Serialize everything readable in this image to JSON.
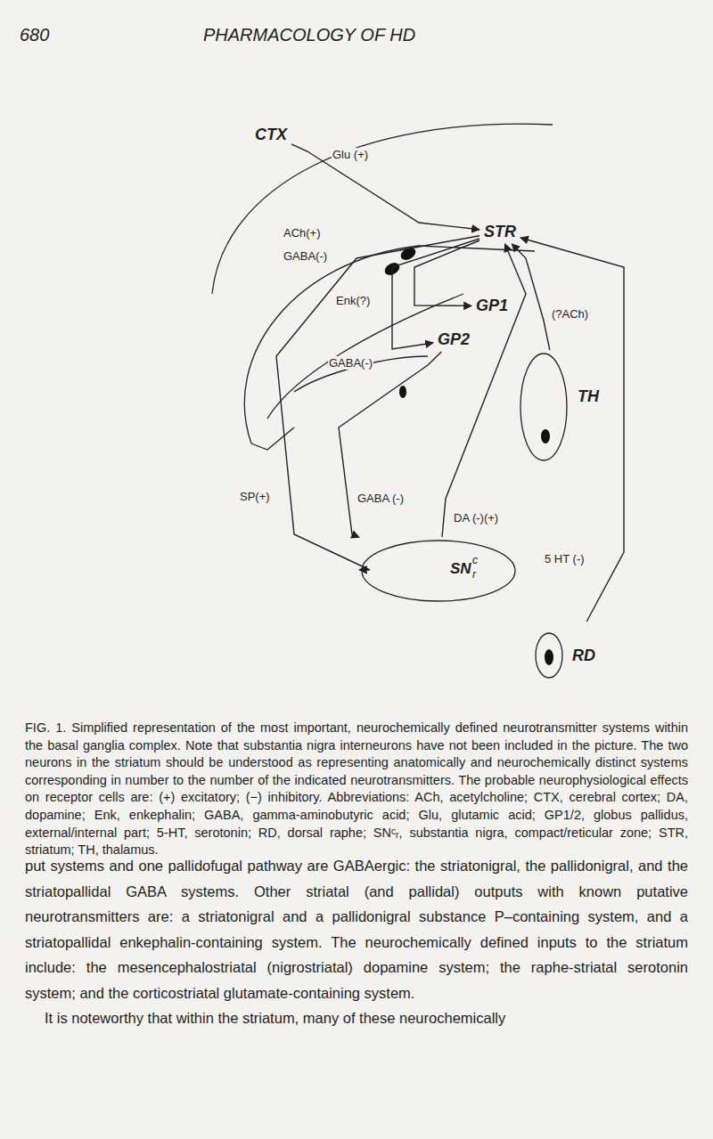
{
  "diagram": {
    "caption": "FIG. 1. Simplified representation of the most important, neurochemically defined neurotransmitter systems within the basal ganglia complex. Note that substantia nigra interneurons have not been included in the picture. The two neurons in the striatum should be understood as representing anatomically and neurochemically distinct systems corresponding in number to the number of the indicated neurotransmitters. The probable neurophysiological effects on receptor cells are: (+) excitatory; (−) inhibitory. Abbreviations: ACh, acetylcholine; CTX, cerebral cortex; DA, dopamine; Enk, enkephalin; GABA, gamma-aminobutyric acid; Glu, glutamic acid; GP1/2, globus pallidus, external/internal part; 5-HT, serotonin; RD, dorsal raphe; SNᶜᵣ, substantia nigra, compact/reticular zone; STR, striatum; TH, thalamus.",
    "nodes": [
      {
        "text": [
          "CTX"
        ]
      },
      {
        "text": [
          "STR"
        ]
      },
      {
        "text": [
          "GP1"
        ]
      },
      {
        "text": [
          "GP2"
        ]
      },
      {
        "text": [
          "TH"
        ]
      },
      {
        "text": [
          "SN",
          "c",
          "r"
        ]
      },
      {
        "text": [
          "RD"
        ]
      }
    ],
    "edges": [
      {
        "from": 0,
        "to": 1,
        "arrow": "to",
        "label": "Glu (+)"
      },
      {
        "from": 1,
        "to": 2,
        "arrow": "to",
        "label": "Enk(?)"
      },
      {
        "from": 1,
        "to": 3,
        "arrow": "to",
        "label": "GABA(-)"
      },
      {
        "from": 1,
        "to": 5,
        "arrow": "to",
        "label": "SP(+)"
      },
      {
        "from": 3,
        "to": 5,
        "arrow": "to",
        "label": "GABA (-)"
      },
      {
        "from": 5,
        "to": 1,
        "arrow": "to",
        "label": "DA (-)(+)"
      },
      {
        "from": 4,
        "to": 1,
        "arrow": "to",
        "label": "(?ACh)"
      },
      {
        "from": 6,
        "to": 1,
        "arrow": "to",
        "label": "5 HT (-)"
      }
    ],
    "labels": [
      "680",
      "PHARMACOLOGY OF HD",
      "ACh(+)",
      "GABA(-)",
      "put systems and one pallidofugal pathway are GABAergic: the striatonigral, the pallidonigral, and the striatopallidal GABA systems. Other striatal (and pallidal) outputs with known putative neurotransmitters are: a striatonigral and a pallidonigral substance P–containing system, and a striatopallidal enkephalin-containing system. The neurochemically defined inputs to the striatum include: the mesencephalostriatal (nigrostriatal) dopamine system; the raphe-striatal serotonin system; and the corticostriatal glutamate-containing system.",
      "It is noteworthy that within the striatum, many of these neurochemically"
    ]
  }
}
